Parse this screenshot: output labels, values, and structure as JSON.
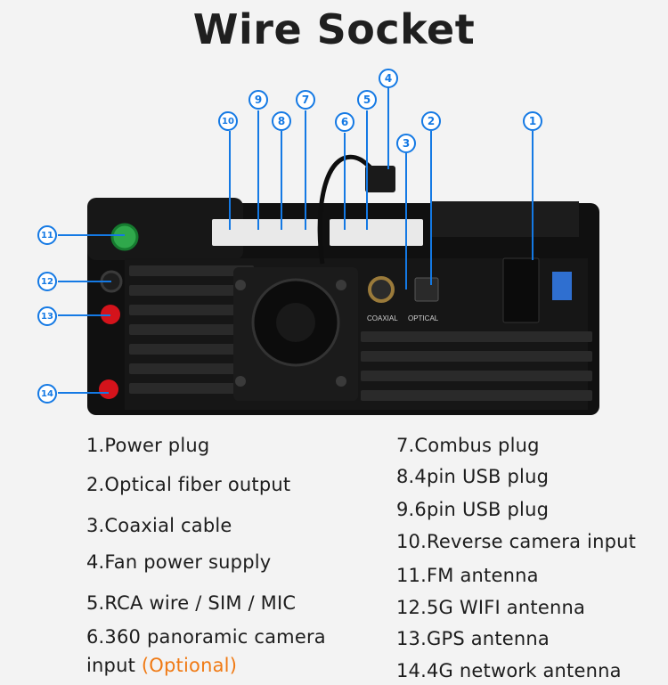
{
  "title": "Wire Socket",
  "device": {
    "coaxial_label": "COAXIAL",
    "optical_label": "OPTICAL"
  },
  "callouts": [
    "1",
    "2",
    "3",
    "4",
    "5",
    "6",
    "7",
    "8",
    "9",
    "10",
    "11",
    "12",
    "13",
    "14"
  ],
  "left_list": [
    "1.Power plug",
    "2.Optical fiber output",
    "3.Coaxial cable",
    "4.Fan power supply",
    "5.RCA wire / SIM / MIC",
    "6.360 panoramic camera",
    "input "
  ],
  "optional_text": "(Optional)",
  "right_list": [
    "7.Combus plug",
    "8.4pin USB plug",
    "9.6pin USB plug",
    "10.Reverse camera input",
    "11.FM antenna",
    "12.5G WIFI antenna",
    "13.GPS antenna",
    "14.4G network antenna"
  ],
  "colors": {
    "callout": "#1479e4",
    "optional": "#f07a14",
    "chassis": "#121212",
    "fm_antenna": "#2fa84b",
    "red_caps": "#d4131b"
  }
}
